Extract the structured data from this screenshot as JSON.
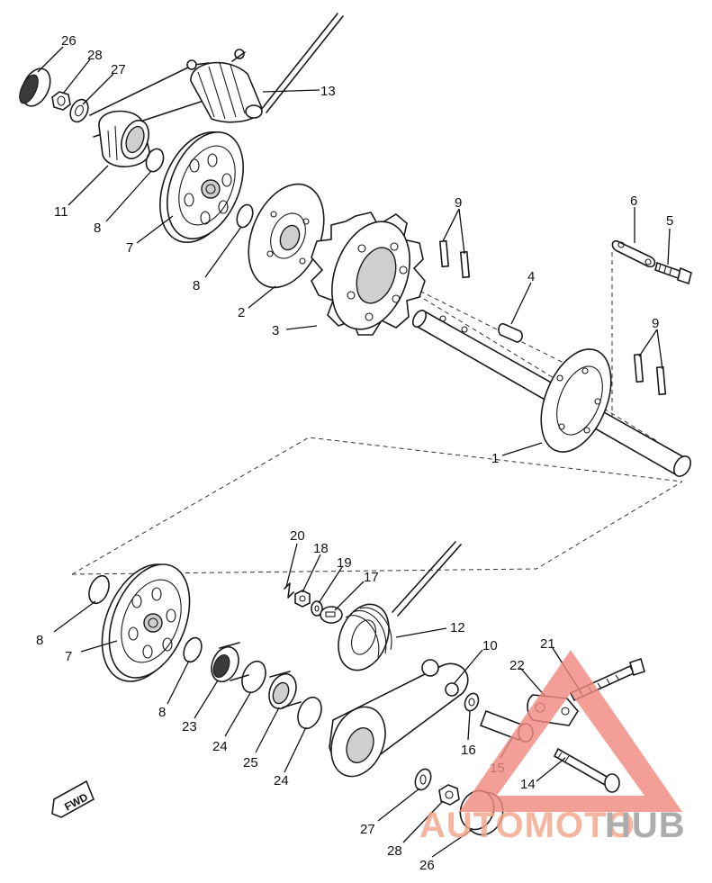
{
  "diagram": {
    "callouts": [
      {
        "id": "c-26-top",
        "label": "26"
      },
      {
        "id": "c-28-top",
        "label": "28"
      },
      {
        "id": "c-27-top",
        "label": "27"
      },
      {
        "id": "c-13",
        "label": "13"
      },
      {
        "id": "c-11",
        "label": "11"
      },
      {
        "id": "c-8-a",
        "label": "8"
      },
      {
        "id": "c-7-top",
        "label": "7"
      },
      {
        "id": "c-8-b",
        "label": "8"
      },
      {
        "id": "c-2",
        "label": "2"
      },
      {
        "id": "c-3",
        "label": "3"
      },
      {
        "id": "c-9-a",
        "label": "9"
      },
      {
        "id": "c-6",
        "label": "6"
      },
      {
        "id": "c-5",
        "label": "5"
      },
      {
        "id": "c-4",
        "label": "4"
      },
      {
        "id": "c-9-b",
        "label": "9"
      },
      {
        "id": "c-1",
        "label": "1"
      },
      {
        "id": "c-20",
        "label": "20"
      },
      {
        "id": "c-18",
        "label": "18"
      },
      {
        "id": "c-19",
        "label": "19"
      },
      {
        "id": "c-17",
        "label": "17"
      },
      {
        "id": "c-12",
        "label": "12"
      },
      {
        "id": "c-10",
        "label": "10"
      },
      {
        "id": "c-21",
        "label": "21"
      },
      {
        "id": "c-22",
        "label": "22"
      },
      {
        "id": "c-8-c",
        "label": "8"
      },
      {
        "id": "c-7-bot",
        "label": "7"
      },
      {
        "id": "c-8-d",
        "label": "8"
      },
      {
        "id": "c-23",
        "label": "23"
      },
      {
        "id": "c-24-a",
        "label": "24"
      },
      {
        "id": "c-25",
        "label": "25"
      },
      {
        "id": "c-24-b",
        "label": "24"
      },
      {
        "id": "c-16",
        "label": "16"
      },
      {
        "id": "c-15",
        "label": "15"
      },
      {
        "id": "c-14",
        "label": "14"
      },
      {
        "id": "c-27-bot",
        "label": "27"
      },
      {
        "id": "c-28-bot",
        "label": "28"
      },
      {
        "id": "c-26-bot",
        "label": "26"
      }
    ],
    "fwd_label": "FWD"
  },
  "watermark": {
    "part_a": "AUTOMOTO",
    "part_b": "HUB",
    "color_a": "#f4a58a",
    "color_b": "#9a9a9a",
    "triangle_color": "#f08a80"
  }
}
